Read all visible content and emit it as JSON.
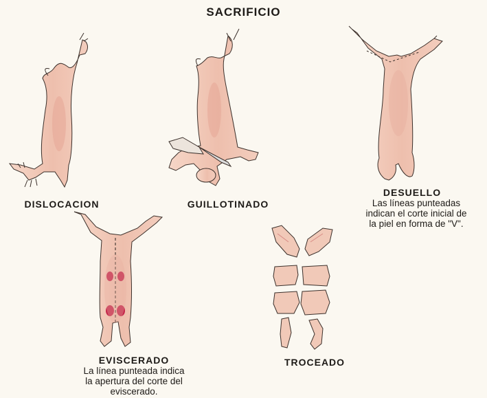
{
  "title": "SACRIFICIO",
  "panels": [
    {
      "id": "dislocacion",
      "label": "DISLOCACION",
      "caption": []
    },
    {
      "id": "guillotinado",
      "label": "GUILLOTINADO",
      "caption": []
    },
    {
      "id": "desuello",
      "label": "DESUELLO",
      "caption": [
        "Las líneas punteadas",
        "indican el corte inicial de",
        "la piel en forma de \"V\"."
      ]
    },
    {
      "id": "eviscerado",
      "label": "EVISCERADO",
      "caption": [
        "La línea punteada indica",
        "la apertura del corte del",
        "eviscerado."
      ]
    },
    {
      "id": "troceado",
      "label": "TROCEADO",
      "caption": []
    }
  ],
  "colors": {
    "skin": "#f1c9b8",
    "skin_shade": "#e4a596",
    "organ": "#c4254a",
    "outline": "#3a2f2a",
    "background": "#fbf8f1"
  }
}
